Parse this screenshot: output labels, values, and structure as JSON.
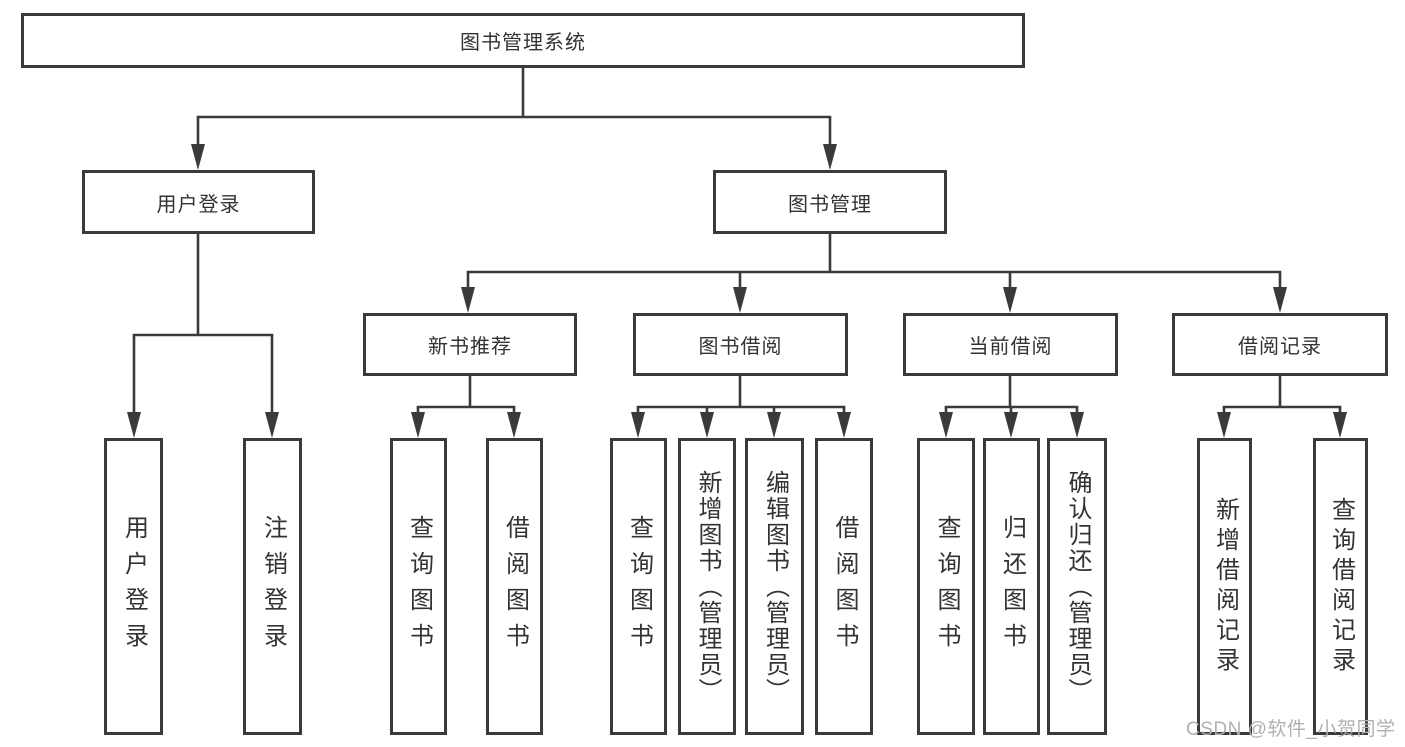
{
  "diagram": {
    "root": {
      "id": "root",
      "label": "图书管理系统"
    },
    "branches": [
      {
        "id": "user-login",
        "label": "用户登录",
        "children": [
          {
            "id": "leaf-user-login",
            "label": "用户登录"
          },
          {
            "id": "leaf-logout",
            "label": "注销登录"
          }
        ]
      },
      {
        "id": "book-mgmt",
        "label": "图书管理",
        "sections": [
          {
            "id": "new-book-rec",
            "label": "新书推荐",
            "children": [
              {
                "id": "leaf-query-book-1",
                "label": "查询图书"
              },
              {
                "id": "leaf-borrow-book-1",
                "label": "借阅图书"
              }
            ]
          },
          {
            "id": "book-borrow",
            "label": "图书借阅",
            "children": [
              {
                "id": "leaf-query-book-2",
                "label": "查询图书"
              },
              {
                "id": "leaf-add-book",
                "label": "新增图书（管理员）"
              },
              {
                "id": "leaf-edit-book",
                "label": "编辑图书（管理员）"
              },
              {
                "id": "leaf-borrow-book-2",
                "label": "借阅图书"
              }
            ]
          },
          {
            "id": "current-borrow",
            "label": "当前借阅",
            "children": [
              {
                "id": "leaf-query-book-3",
                "label": "查询图书"
              },
              {
                "id": "leaf-return-book",
                "label": "归还图书"
              },
              {
                "id": "leaf-confirm-return",
                "label": "确认归还（管理员）"
              }
            ]
          },
          {
            "id": "borrow-records",
            "label": "借阅记录",
            "children": [
              {
                "id": "leaf-add-record",
                "label": "新增借阅记录"
              },
              {
                "id": "leaf-query-record",
                "label": "查询借阅记录"
              }
            ]
          }
        ]
      }
    ]
  },
  "watermark": {
    "text": "CSDN @软件_小贺同学"
  },
  "colors": {
    "line": "#3a3a3a",
    "box_border": "#3a3a3a",
    "text": "#333333",
    "watermark": "#b0b0b0",
    "background": "#ffffff"
  }
}
